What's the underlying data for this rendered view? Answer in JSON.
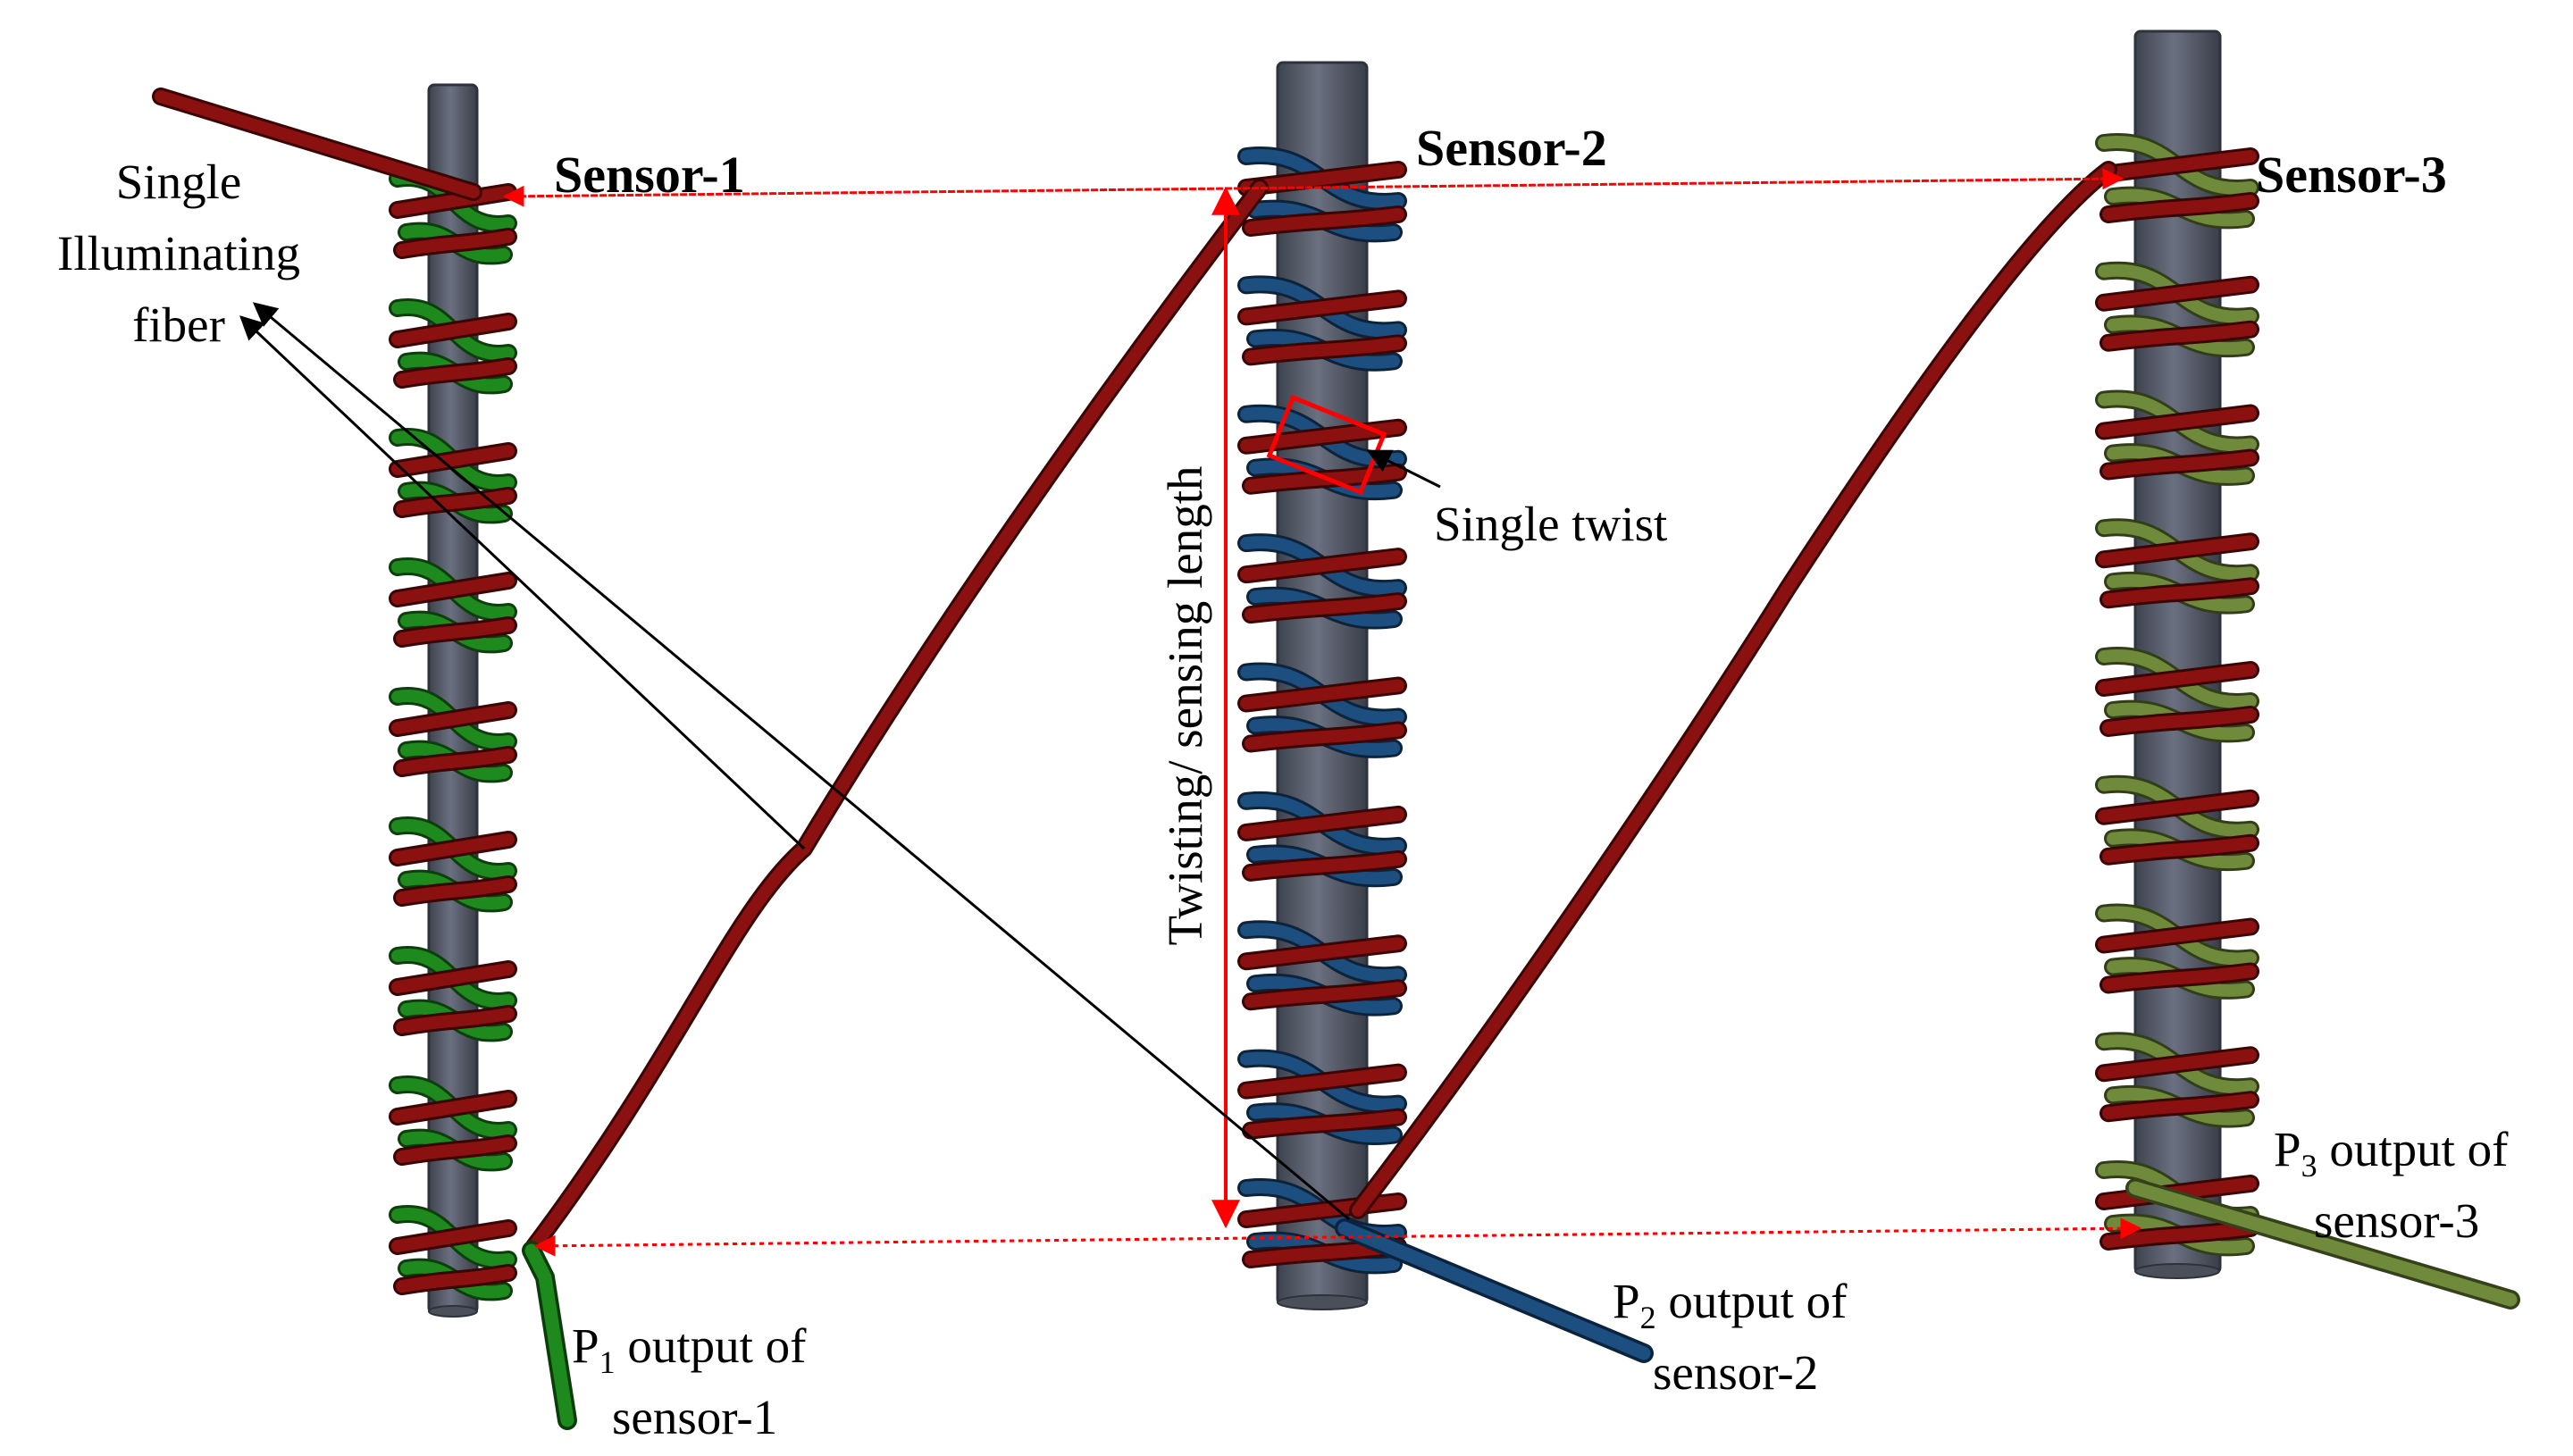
{
  "sensors": [
    {
      "label": "Sensor-1",
      "wrap_color": "#1e8a1e",
      "output_prefix": "P",
      "output_sub": "1",
      "output_line1": " output of",
      "output_line2": "sensor-1"
    },
    {
      "label": "Sensor-2",
      "wrap_color": "#1c4e80",
      "output_prefix": "P",
      "output_sub": "2",
      "output_line1": " output of",
      "output_line2": "sensor-2"
    },
    {
      "label": "Sensor-3",
      "wrap_color": "#6f8a3a",
      "output_prefix": "P",
      "output_sub": "3",
      "output_line1": " output of",
      "output_line2": "sensor-3"
    }
  ],
  "illuminating_fiber": {
    "lines": [
      "Single",
      "Illuminating",
      "fiber"
    ],
    "color": "#8b1010"
  },
  "single_twist_label": "Single twist",
  "sensing_length_label": "Twisting/ sensing  length",
  "colors": {
    "rod": "#5a6070",
    "rod_edge": "#2e323c",
    "annotation": "#ff0000",
    "arrow": "#000000"
  }
}
